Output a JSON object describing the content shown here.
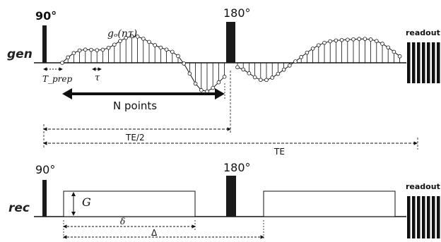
{
  "gen_row": {
    "row_label": "gen",
    "pulse1_label": "90°",
    "pulse2_label": "180°",
    "readout_label": "readout",
    "waveform_label": "gₒ(nτ)",
    "tprep_label": "T_prep",
    "tau_label": "τ",
    "npoints_label": "N points"
  },
  "timing": {
    "te_half_label": "TE/2",
    "te_label": "TE"
  },
  "rec_row": {
    "row_label": "rec",
    "pulse1_label": "90°",
    "pulse2_label": "180°",
    "readout_label": "readout",
    "gradient_label": "G",
    "delta_small_label": "δ",
    "delta_big_label": "Δ"
  },
  "colors": {
    "ink": "#111111",
    "pulse": "#1a1a1a"
  }
}
